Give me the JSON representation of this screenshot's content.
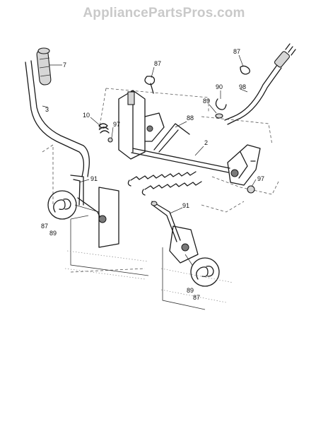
{
  "watermark": "AppliancePartsPros.com",
  "callouts": {
    "c7": "7",
    "c3": "3",
    "c10": "10",
    "c97a": "97",
    "c87a": "87",
    "c88": "88",
    "c2": "2",
    "c87b": "87",
    "c90": "90",
    "c98": "98",
    "c89a": "89",
    "c97b": "97",
    "c91a": "91",
    "c87c": "87",
    "c89b": "89",
    "c91b": "91",
    "c89c": "89",
    "c87d": "87"
  }
}
